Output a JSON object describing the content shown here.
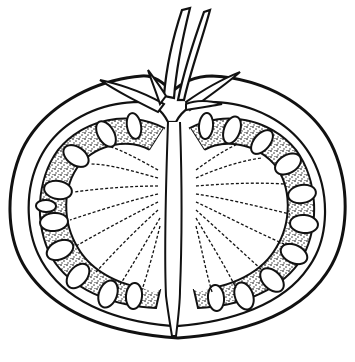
{
  "figure": {
    "subject": "fruit-cross-section",
    "colors": {
      "background": "#ffffff",
      "ink": "#111111",
      "stipple": "#3a3a3a",
      "flesh_fill": "#f6f6f6"
    },
    "seed_count_per_half": 11,
    "halves": [
      "left",
      "right"
    ]
  }
}
